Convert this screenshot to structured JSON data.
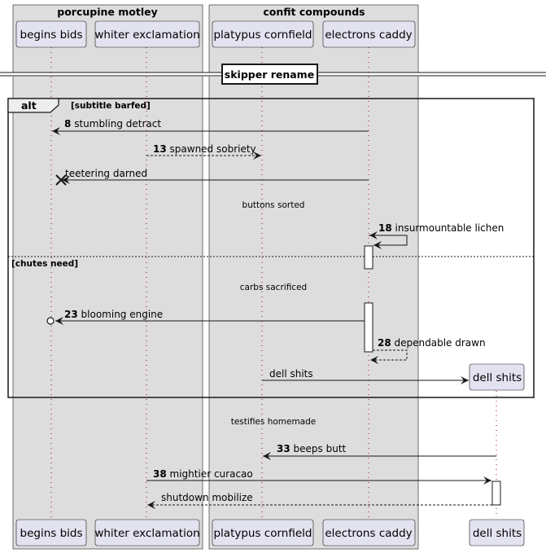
{
  "groups": [
    {
      "label": "porcupine motley"
    },
    {
      "label": "confit compounds"
    }
  ],
  "participants": [
    {
      "label": "begins bids"
    },
    {
      "label": "whiter exclamation"
    },
    {
      "label": "platypus cornfield"
    },
    {
      "label": "electrons caddy"
    },
    {
      "label": "dell shits"
    }
  ],
  "divider": {
    "label": "skipper rename"
  },
  "alt": {
    "keyword": "alt",
    "guard": "[subtitle barfed]",
    "else_guard": "[chutes need]"
  },
  "messages": [
    {
      "num": "8",
      "text": "stumbling detract"
    },
    {
      "num": "13",
      "text": "spawned sobriety"
    },
    {
      "num": "",
      "text": "teetering darned"
    },
    {
      "num": "18",
      "text": "insurmountable lichen"
    },
    {
      "num": "23",
      "text": "blooming engine"
    },
    {
      "num": "28",
      "text": "dependable drawn"
    },
    {
      "num": "",
      "text": "dell shits"
    },
    {
      "num": "33",
      "text": "beeps butt"
    },
    {
      "num": "38",
      "text": "mightier curacao"
    },
    {
      "num": "",
      "text": "shutdown mobilize"
    }
  ],
  "delays": [
    {
      "text": "buttons sorted"
    },
    {
      "text": "carbs sacrificed"
    },
    {
      "text": "testifies homemade"
    }
  ],
  "colors": {
    "group_fill": "#dddddd",
    "participant_fill": "#e2e2f0",
    "line": "#181818",
    "lifeline": "#a80036"
  }
}
